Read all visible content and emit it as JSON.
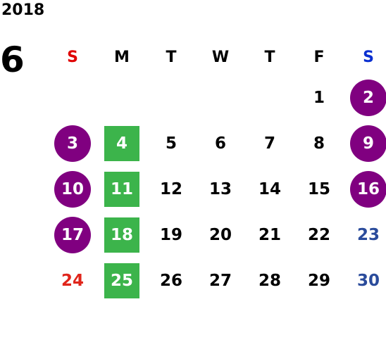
{
  "header": {
    "year": "2018",
    "month": "6"
  },
  "weekdays": [
    {
      "label": "S",
      "color": "#e00000"
    },
    {
      "label": "M",
      "color": "#000000"
    },
    {
      "label": "T",
      "color": "#000000"
    },
    {
      "label": "W",
      "color": "#000000"
    },
    {
      "label": "T",
      "color": "#000000"
    },
    {
      "label": "F",
      "color": "#000000"
    },
    {
      "label": "S",
      "color": "#0a2fd0"
    }
  ],
  "colors": {
    "holiday_circle": "#800080",
    "highlight_square": "#3cb44b",
    "sunday_text": "#e0251b",
    "saturday_text": "#2a4b9b",
    "default_text": "#000000"
  },
  "weeks": [
    [
      null,
      null,
      null,
      null,
      null,
      {
        "day": "1"
      },
      {
        "day": "2",
        "style": "circle"
      }
    ],
    [
      {
        "day": "3",
        "style": "circle"
      },
      {
        "day": "4",
        "style": "square"
      },
      {
        "day": "5"
      },
      {
        "day": "6"
      },
      {
        "day": "7"
      },
      {
        "day": "8"
      },
      {
        "day": "9",
        "style": "circle"
      }
    ],
    [
      {
        "day": "10",
        "style": "circle"
      },
      {
        "day": "11",
        "style": "square"
      },
      {
        "day": "12"
      },
      {
        "day": "13"
      },
      {
        "day": "14"
      },
      {
        "day": "15"
      },
      {
        "day": "16",
        "style": "circle"
      }
    ],
    [
      {
        "day": "17",
        "style": "circle"
      },
      {
        "day": "18",
        "style": "square"
      },
      {
        "day": "19"
      },
      {
        "day": "20"
      },
      {
        "day": "21"
      },
      {
        "day": "22"
      },
      {
        "day": "23",
        "style": "sat"
      }
    ],
    [
      {
        "day": "24",
        "style": "sun"
      },
      {
        "day": "25",
        "style": "square"
      },
      {
        "day": "26"
      },
      {
        "day": "27"
      },
      {
        "day": "28"
      },
      {
        "day": "29"
      },
      {
        "day": "30",
        "style": "sat"
      }
    ]
  ]
}
